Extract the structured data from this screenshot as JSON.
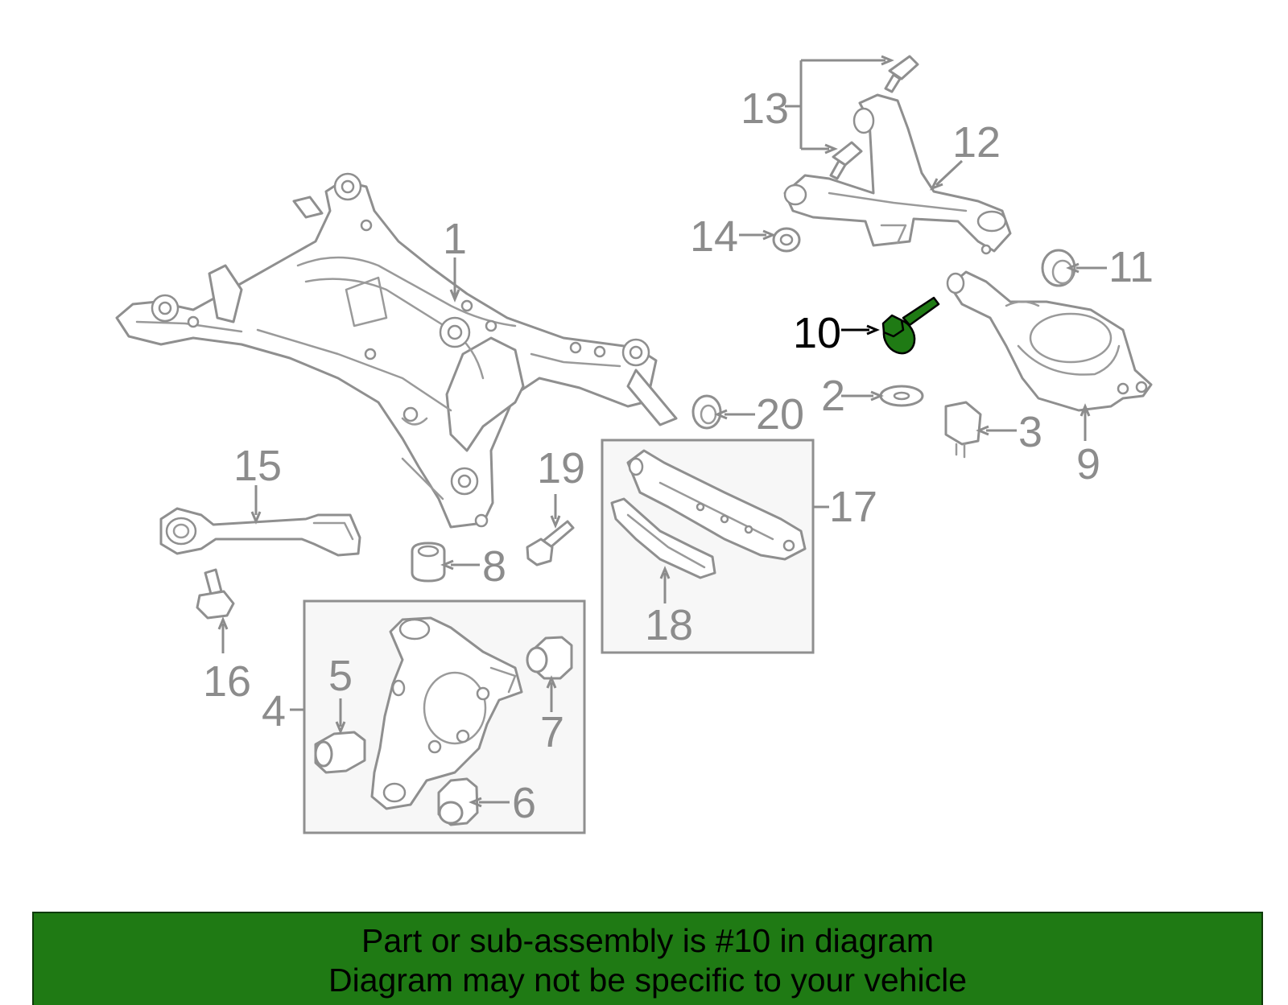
{
  "diagram": {
    "highlight_color": "#1f7a14",
    "callouts": [
      {
        "id": "1",
        "label": "1"
      },
      {
        "id": "2",
        "label": "2"
      },
      {
        "id": "3",
        "label": "3"
      },
      {
        "id": "4",
        "label": "4"
      },
      {
        "id": "5",
        "label": "5"
      },
      {
        "id": "6",
        "label": "6"
      },
      {
        "id": "7",
        "label": "7"
      },
      {
        "id": "8",
        "label": "8"
      },
      {
        "id": "9",
        "label": "9"
      },
      {
        "id": "10",
        "label": "10",
        "highlighted": true
      },
      {
        "id": "11",
        "label": "11"
      },
      {
        "id": "12",
        "label": "12"
      },
      {
        "id": "13",
        "label": "13"
      },
      {
        "id": "14",
        "label": "14"
      },
      {
        "id": "15",
        "label": "15"
      },
      {
        "id": "16",
        "label": "16"
      },
      {
        "id": "17",
        "label": "17"
      },
      {
        "id": "18",
        "label": "18"
      },
      {
        "id": "19",
        "label": "19"
      },
      {
        "id": "20",
        "label": "20"
      }
    ]
  },
  "banner": {
    "background": "#1f7a14",
    "line1": "Part or sub-assembly is #10 in diagram",
    "line2": "Diagram may not be specific to your vehicle"
  }
}
